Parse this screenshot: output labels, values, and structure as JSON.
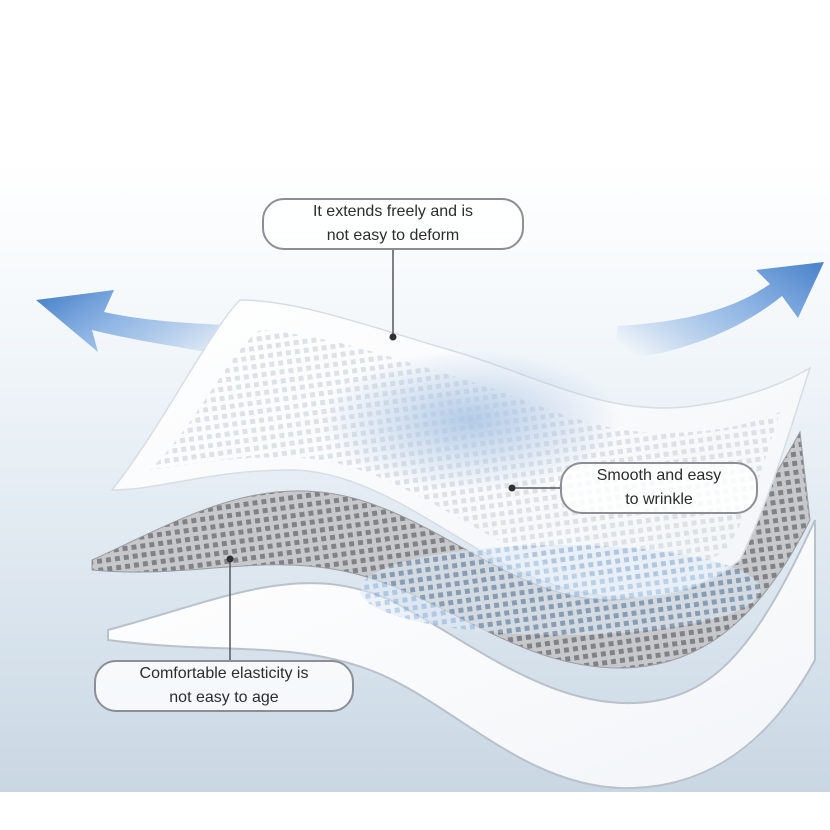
{
  "callouts": {
    "top": {
      "line1": "It extends freely and is",
      "line2": "not easy to deform"
    },
    "right": {
      "line1": "Smooth and easy",
      "line2": "to wrinkle"
    },
    "bottom": {
      "line1": "Comfortable elasticity is",
      "line2": "not easy to age"
    }
  },
  "colors": {
    "background_gradient_top": "#f4f8fb",
    "background_gradient_bottom": "#c9d7e3",
    "arrow_blue": "#5f93d4",
    "mesh_gray": "#8d8f93",
    "sheet_white": "#ffffff",
    "leader_line": "#55585c"
  },
  "icons": [
    "arrow-left-icon",
    "arrow-right-icon"
  ]
}
